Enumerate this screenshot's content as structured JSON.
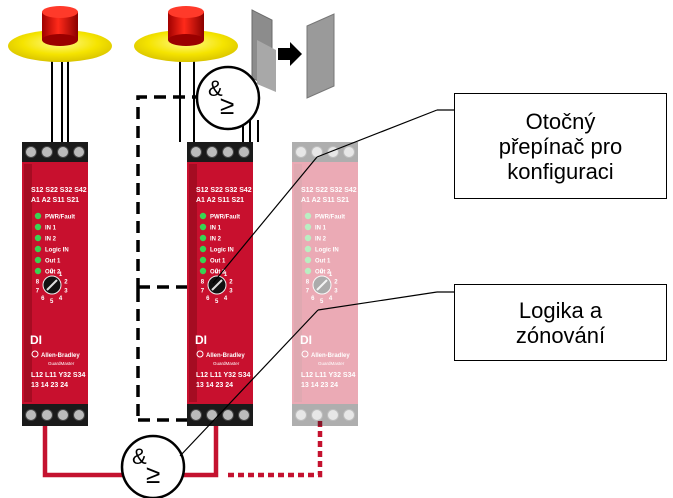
{
  "callouts": {
    "switch": "Otočný\npřepínač pro\nkonfiguraci",
    "logic": "Logika a\nzónování"
  },
  "logic_symbol": {
    "amp": "&",
    "ge": "≥"
  },
  "module": {
    "top_terminals_row1": "S12 S22 S32 S42",
    "top_terminals_row2": "A1   A2  S11 S21",
    "leds": [
      "PWR/Fault",
      "IN 1",
      "IN 2",
      "Logic IN",
      "Out 1",
      "Out 2"
    ],
    "dial_numbers": [
      "0",
      "1",
      "2",
      "3",
      "4",
      "5",
      "6",
      "7",
      "8"
    ],
    "model": "DI",
    "brand": "Allen-Bradley",
    "guardmaster": "GuardMaster",
    "bottom_terminals_row1": "L12 L11 Y32 S34",
    "bottom_terminals_row2": "13   14   23   24"
  },
  "colors": {
    "module_red": "#c8102e",
    "wire_red": "#c4122f",
    "led_green": "#39d353",
    "estop_yellow": "#ffee00",
    "estop_red": "#e01010",
    "door_gray": "#9a9a9a"
  }
}
